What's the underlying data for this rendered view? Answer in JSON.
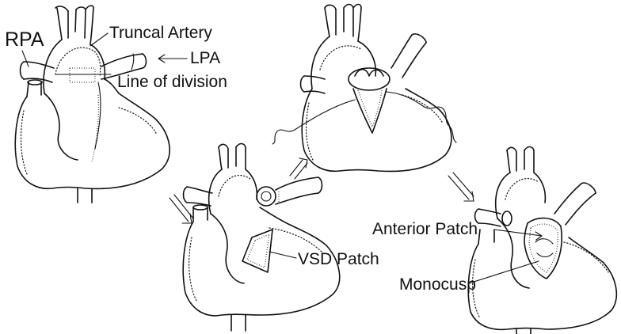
{
  "labels": {
    "rpa": "RPA",
    "truncal_artery": "Truncal Artery",
    "lpa": "LPA",
    "line_of_division": "Line of division",
    "vsd_patch": "VSD Patch",
    "anterior_patch": "Anterior Patch",
    "monocusp": "Monocusp"
  }
}
